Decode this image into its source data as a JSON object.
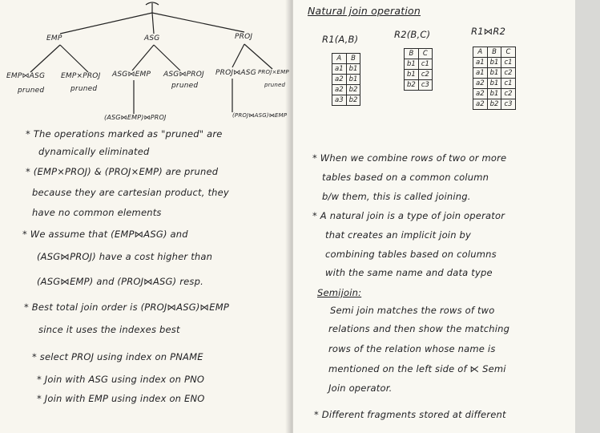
{
  "left_page": {
    "tree": {
      "root_labels": [
        "EMP",
        "ASG",
        "PROJ"
      ],
      "leaf_labels": [
        "EMP⋈ASG",
        "EMP×PROJ",
        "ASG⋈EMP",
        "ASG⋈PROJ",
        "PROJ⋈ASG",
        "PROJ×EMP"
      ],
      "pruned": [
        "pruned",
        "pruned",
        "pruned",
        "pruned"
      ],
      "sub_labels": [
        "(ASG⋈EMP)⋈PROJ",
        "(PROJ⋈ASG)⋈EMP"
      ]
    },
    "notes": [
      "* The operations marked as \"pruned\" are",
      "dynamically eliminated",
      "* (EMP×PROJ) & (PROJ×EMP) are pruned",
      "because they are cartesian product, they",
      "have no common elements",
      "* We assume that (EMP⋈ASG) and",
      "(ASG⋈PROJ) have a cost higher than",
      "(ASG⋈EMP) and (PROJ⋈ASG) resp.",
      "* Best total join order is (PROJ⋈ASG)⋈EMP",
      "since it uses the indexes best",
      "* select PROJ using index on PNAME",
      "* Join with ASG using index on PNO",
      "* Join with EMP using index on ENO"
    ]
  },
  "right_page": {
    "title": "Natural join operation",
    "r1": {
      "label": "R1(A,B)",
      "headers": [
        "A",
        "B"
      ],
      "rows": [
        [
          "a1",
          "b1"
        ],
        [
          "a2",
          "b1"
        ],
        [
          "a2",
          "b2"
        ],
        [
          "a3",
          "b2"
        ]
      ]
    },
    "r2": {
      "label": "R2(B,C)",
      "headers": [
        "B",
        "C"
      ],
      "rows": [
        [
          "b1",
          "c1"
        ],
        [
          "b1",
          "c2"
        ],
        [
          "b2",
          "c3"
        ]
      ]
    },
    "r3": {
      "label": "R1⋈R2",
      "headers": [
        "A",
        "B",
        "C"
      ],
      "rows": [
        [
          "a1",
          "b1",
          "c1"
        ],
        [
          "a1",
          "b1",
          "c2"
        ],
        [
          "a2",
          "b1",
          "c1"
        ],
        [
          "a2",
          "b1",
          "c2"
        ],
        [
          "a2",
          "b2",
          "c3"
        ]
      ]
    },
    "notes": [
      "* When we combine rows of two or more",
      "tables based on a common column",
      "b/w them, this is called joining.",
      "* A natural join is a type of join operator",
      "that creates an implicit join by",
      "combining tables based on columns",
      "with the same name and data type"
    ],
    "semijoin_heading": "Semijoin:",
    "semijoin_notes": [
      "Semi join matches the rows of two",
      "relations and then show the matching",
      "rows of the relation whose name is",
      "mentioned on the left side of ⋉ Semi",
      "Join operator."
    ],
    "last_note": "* Different fragments stored at different"
  }
}
